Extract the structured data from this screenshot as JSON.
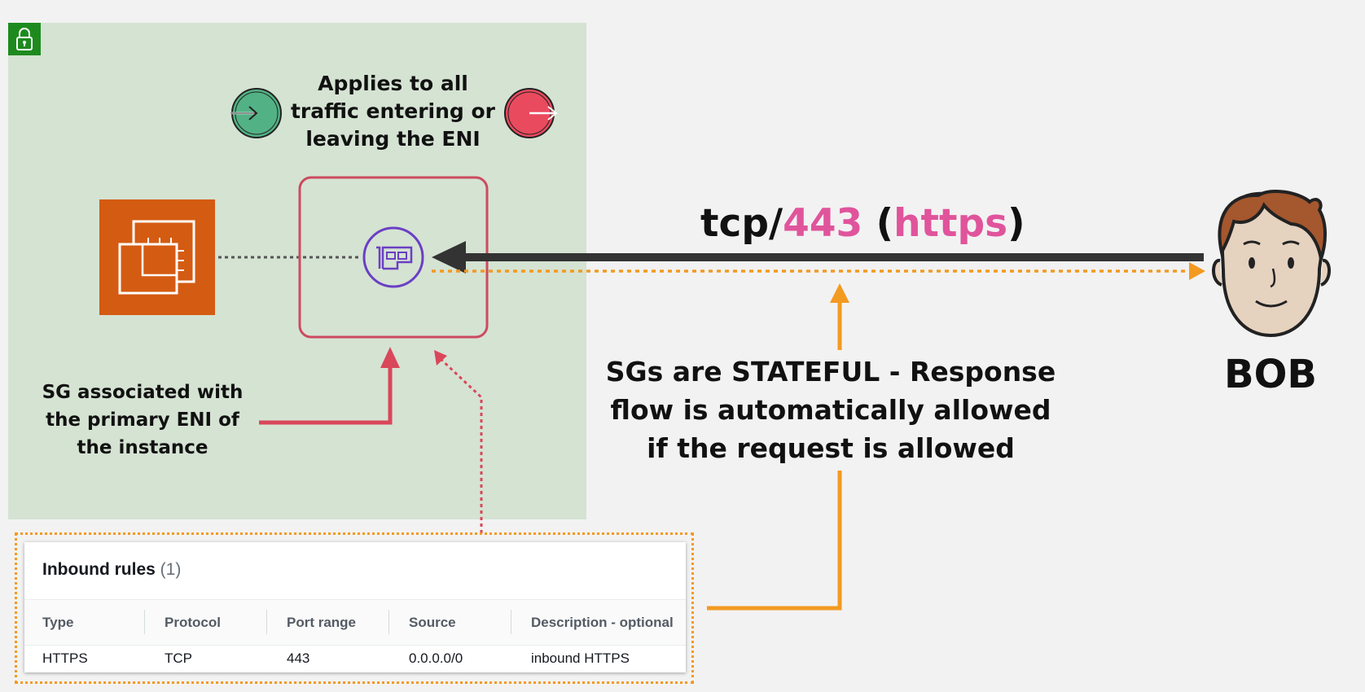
{
  "annotations": {
    "applies": [
      "Applies to all",
      "traffic entering or",
      "leaving the ENI"
    ],
    "sg_associated": [
      "SG associated with",
      "the primary ENI of",
      "the instance"
    ],
    "stateful": [
      "SGs are STATEFUL - Response",
      "flow is automatically allowed",
      "if the request is allowed"
    ],
    "person_name": "BOB"
  },
  "protocol_label": {
    "prefix": "tcp/",
    "port": "443",
    "open": " (",
    "service": "https",
    "close": ")"
  },
  "inbound_rules": {
    "title": "Inbound rules",
    "count": "(1)",
    "columns": [
      "Type",
      "Protocol",
      "Port range",
      "Source",
      "Description - optional"
    ],
    "rows": [
      [
        "HTTPS",
        "TCP",
        "443",
        "0.0.0.0/0",
        "inbound HTTPS"
      ]
    ]
  },
  "colors": {
    "sg_background": "#d5e3d3",
    "lock_badge": "#1e8a1e",
    "eni_border": "#cc4b5f",
    "eni_icon": "#6b3fc4",
    "ec2": "#d45b12",
    "inbound_green": "#52b285",
    "outbound_red": "#ea4a5e",
    "request_arrow": "#333333",
    "response_arrow": "#f39a21",
    "highlight_pink": "#e0549c"
  },
  "icons": [
    "lock-icon",
    "inbound-traffic-icon",
    "outbound-traffic-icon",
    "ec2-instance-icon",
    "network-interface-icon",
    "person-icon"
  ]
}
